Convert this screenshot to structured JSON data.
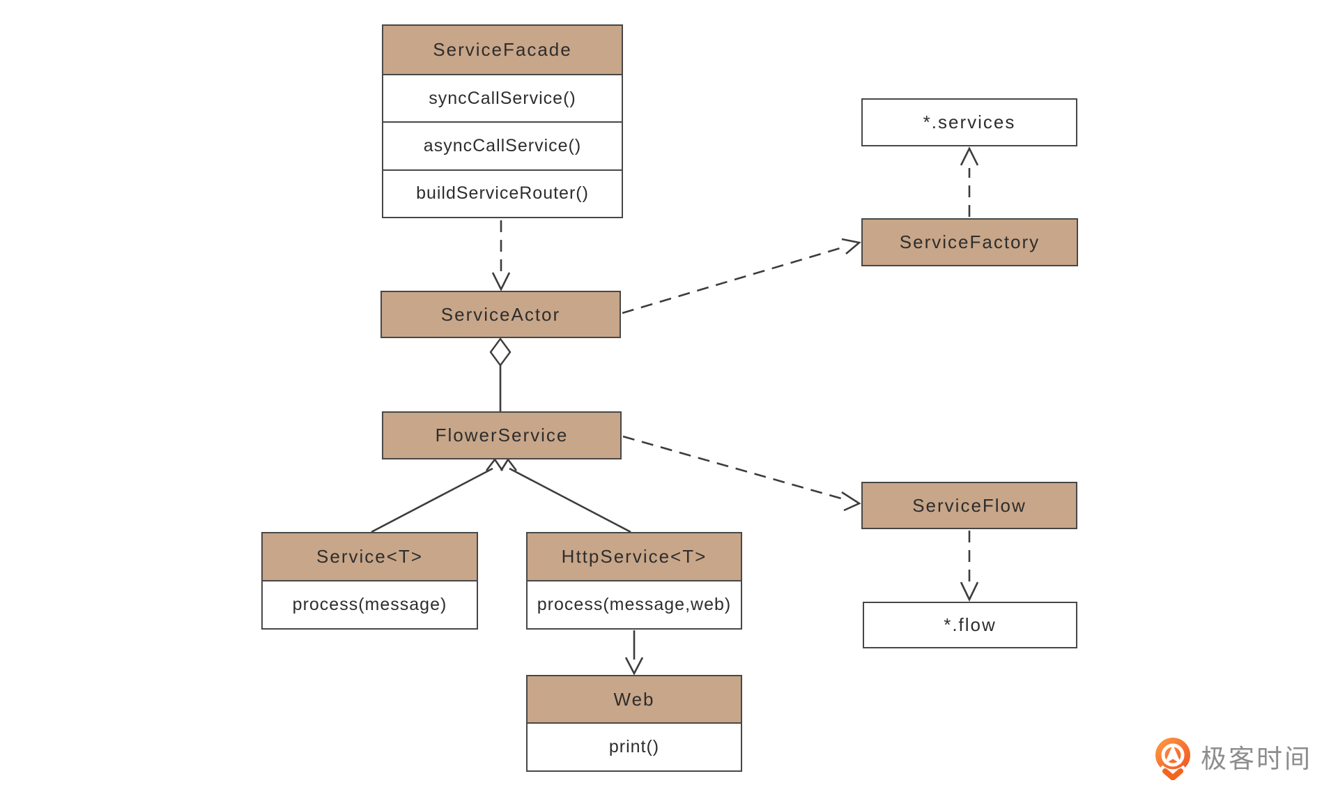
{
  "diagram": {
    "classes": {
      "service_facade": {
        "name": "ServiceFacade",
        "methods": [
          "syncCallService()",
          "asyncCallService()",
          "buildServiceRouter()"
        ]
      },
      "service_actor": {
        "name": "ServiceActor"
      },
      "service_factory": {
        "name": "ServiceFactory"
      },
      "flower_service": {
        "name": "FlowerService"
      },
      "service_t": {
        "name": "Service<T>",
        "methods": [
          "process(message)"
        ]
      },
      "http_service_t": {
        "name": "HttpService<T>",
        "methods": [
          "process(message,web)"
        ]
      },
      "web": {
        "name": "Web",
        "methods": [
          "print()"
        ]
      },
      "service_flow": {
        "name": "ServiceFlow"
      }
    },
    "artifacts": {
      "services": {
        "label": "*.services"
      },
      "flow": {
        "label": "*.flow"
      }
    },
    "relations": [
      {
        "from": "ServiceFacade",
        "to": "ServiceActor",
        "type": "dashed-dependency-arrow"
      },
      {
        "from": "ServiceActor",
        "to": "ServiceFactory",
        "type": "dashed-dependency-arrow"
      },
      {
        "from": "ServiceFactory",
        "to": "*.services",
        "type": "dashed-dependency-arrow"
      },
      {
        "from": "ServiceActor",
        "to": "FlowerService",
        "type": "aggregation-hollow-diamond"
      },
      {
        "from": "Service<T>",
        "to": "FlowerService",
        "type": "generalization-open-arrow"
      },
      {
        "from": "HttpService<T>",
        "to": "FlowerService",
        "type": "generalization-open-arrow"
      },
      {
        "from": "FlowerService",
        "to": "ServiceFlow",
        "type": "dashed-dependency-arrow"
      },
      {
        "from": "ServiceFlow",
        "to": "*.flow",
        "type": "dashed-dependency-arrow"
      },
      {
        "from": "HttpService<T>",
        "to": "Web",
        "type": "dependency-arrow"
      }
    ],
    "colors": {
      "class_header_fill": "#c8a689",
      "box_border": "#474747",
      "connector_line": "#3c3c3c",
      "text": "#2d2d2d",
      "background": "#ffffff"
    }
  },
  "branding": {
    "logo_text": "极客时间",
    "logo_orange": "#f15c22",
    "logo_orange_light": "#ff9c42",
    "text_color": "#8d8d8d"
  }
}
